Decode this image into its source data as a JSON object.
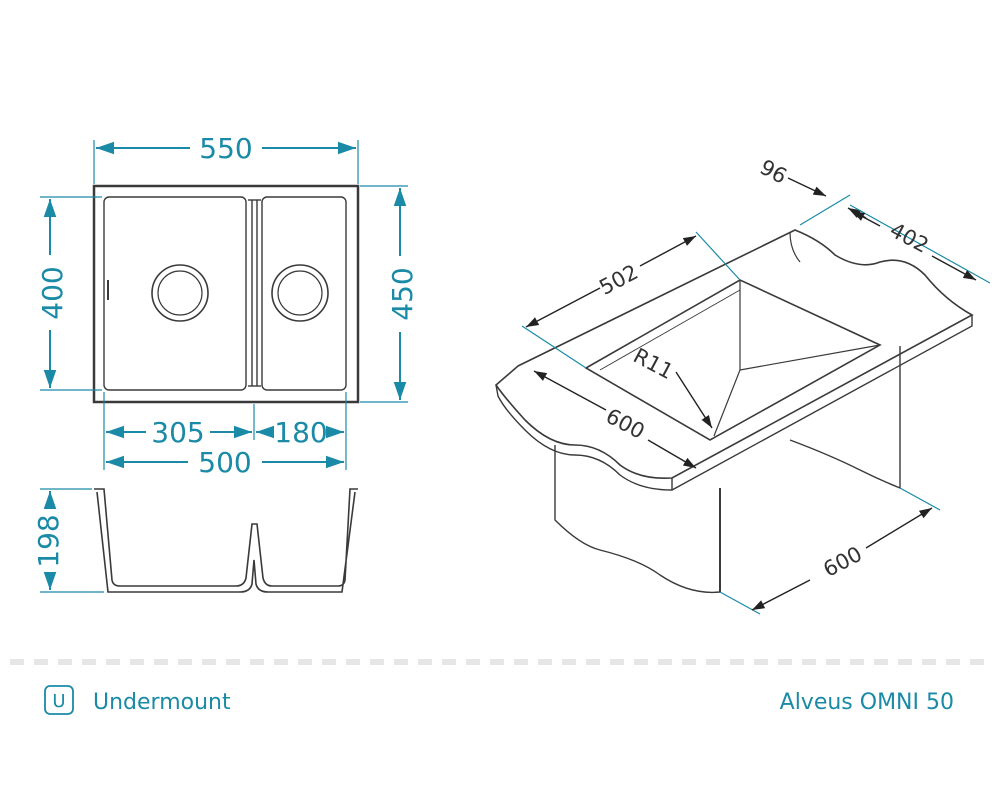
{
  "dimensions": {
    "top_overall_width": "550",
    "left_inner_height": "400",
    "right_overall_height": "450",
    "left_bowl_width": "305",
    "right_bowl_width": "180",
    "inner_overall_width": "500",
    "section_depth": "198",
    "iso_edge": "96",
    "iso_depth": "402",
    "iso_width": "502",
    "iso_radius": "R11",
    "iso_cabinet_width": "600",
    "iso_cabinet_depth": "600"
  },
  "legend": {
    "mount_badge": "U",
    "mount_label": "Undermount",
    "model": "Alveus OMNI 50"
  },
  "colors": {
    "accent": "#1a8aa6",
    "line": "#3a3a3a"
  }
}
